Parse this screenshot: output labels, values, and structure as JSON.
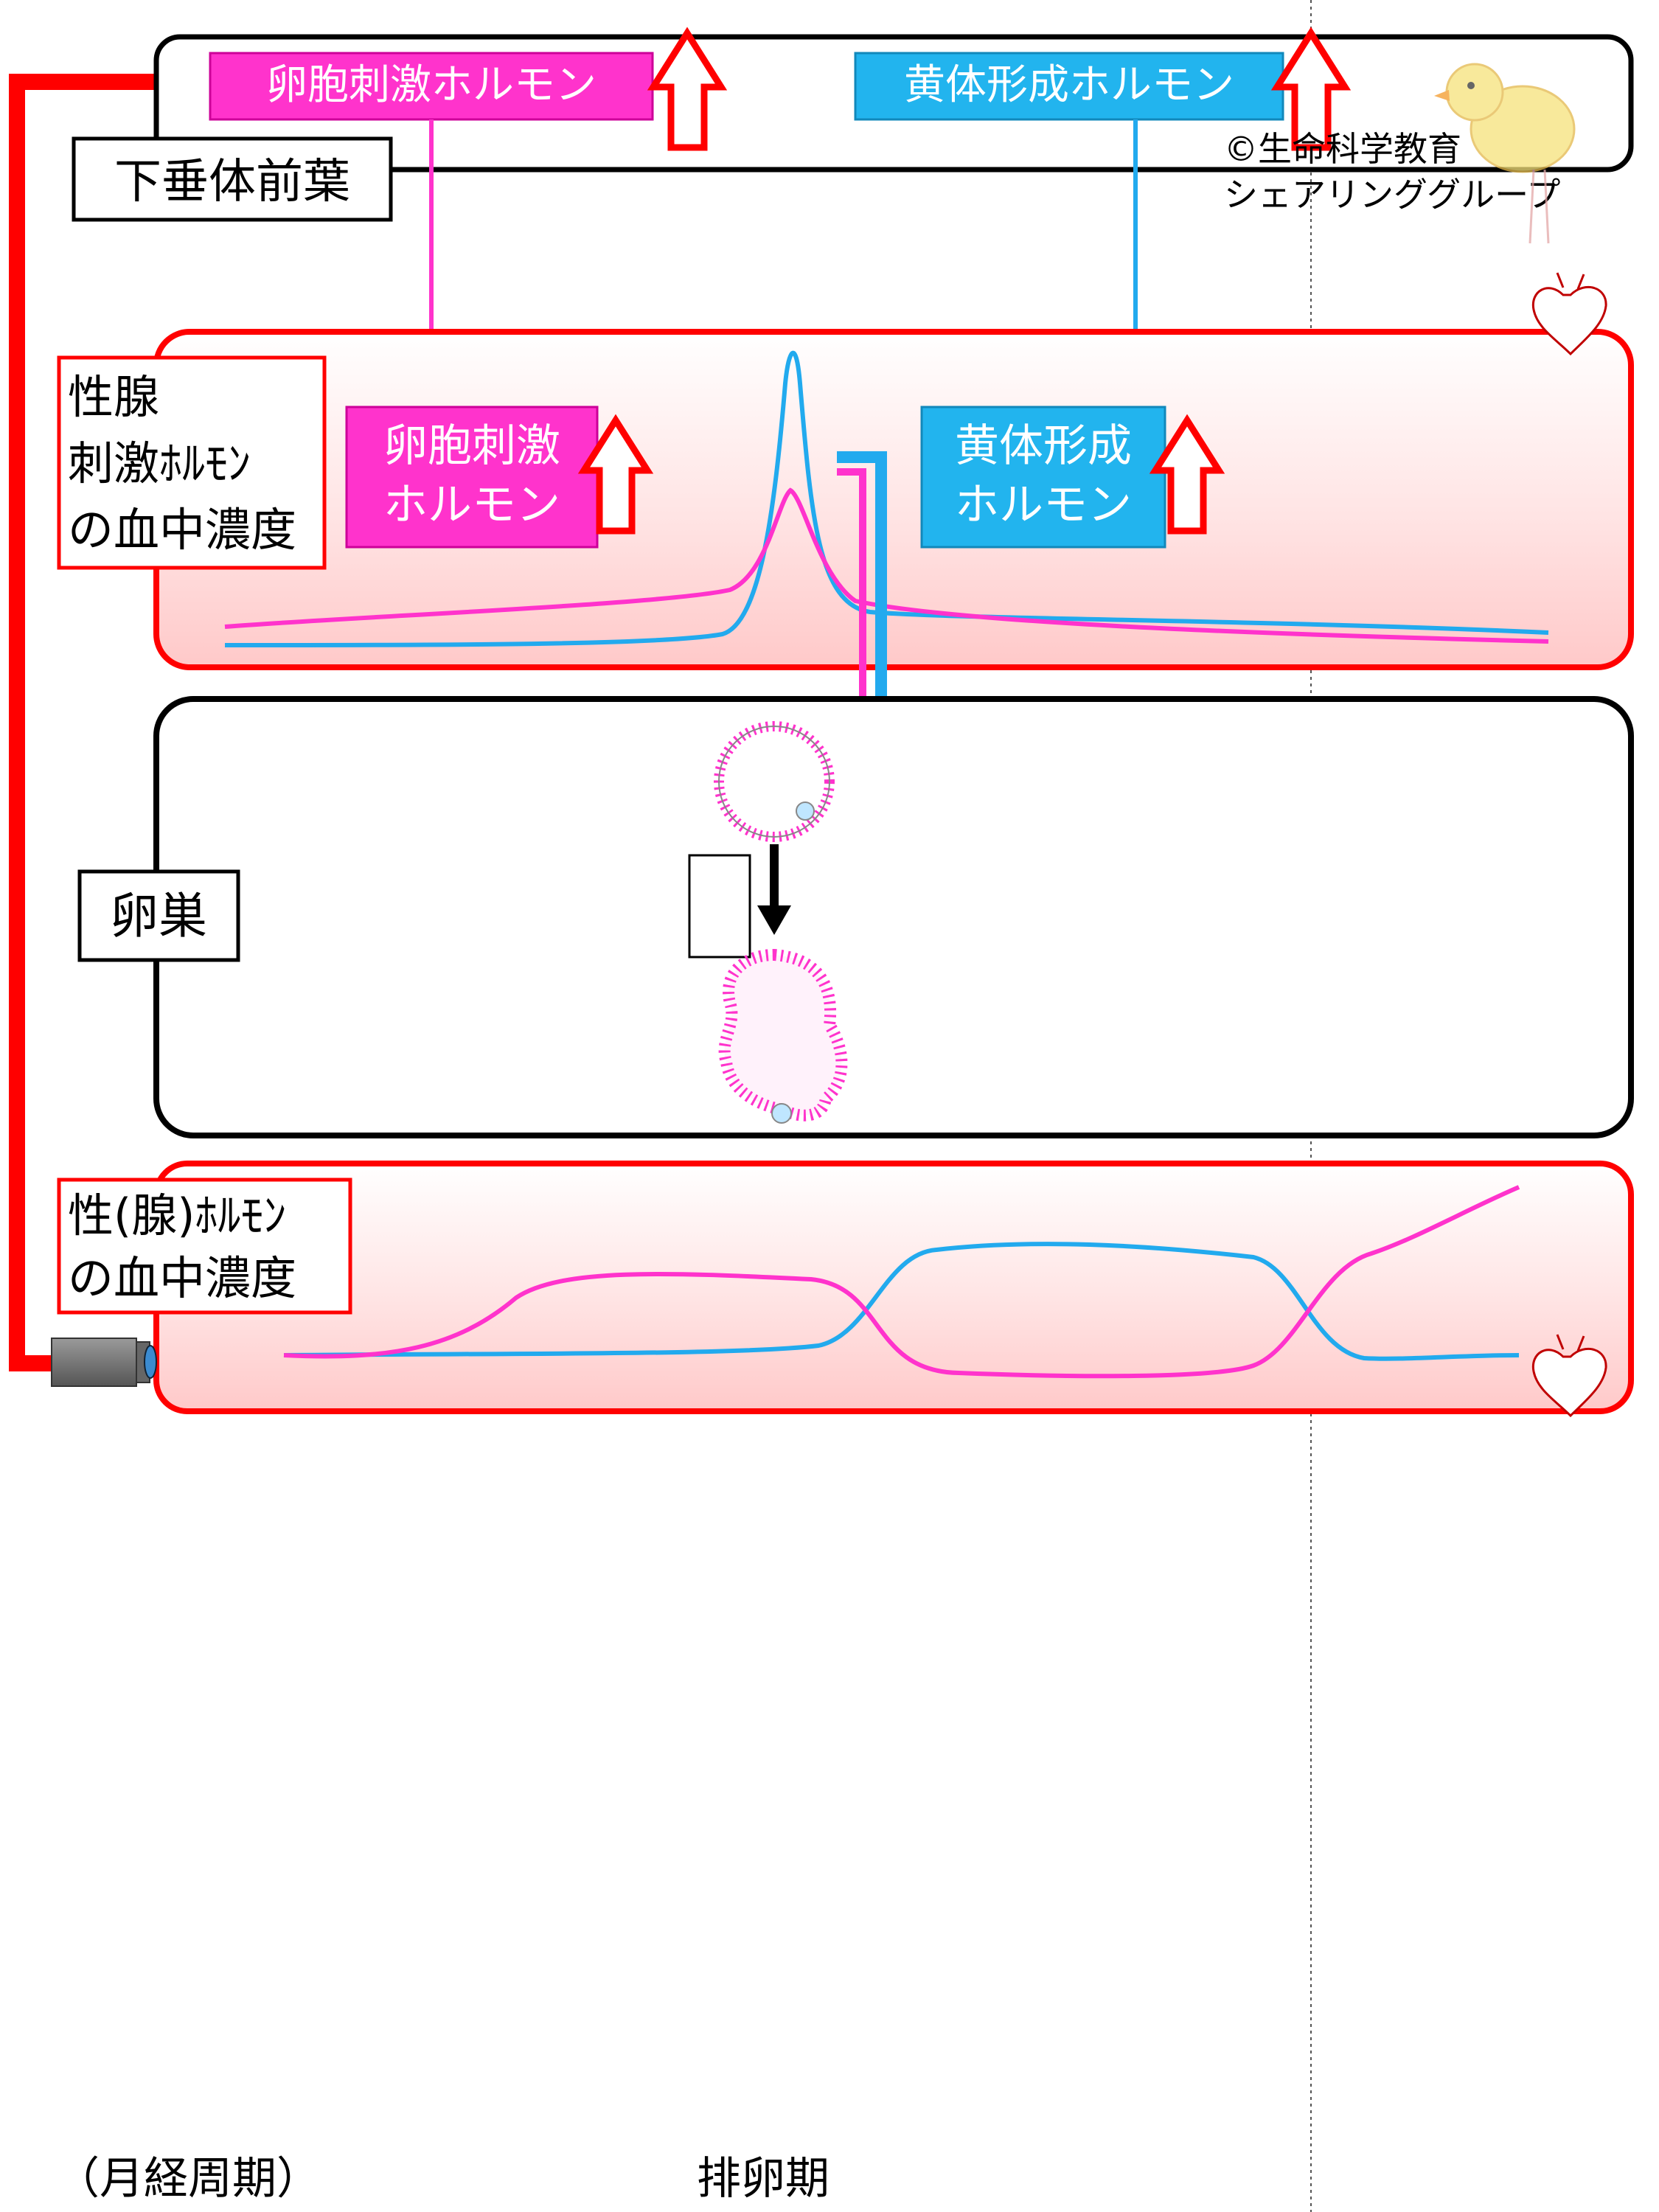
{
  "header": {
    "fsh_label": "卵胞刺激ホルモン",
    "lh_label": "黄体形成ホルモン",
    "anterior_pituitary": "下垂体前葉",
    "copyright_line1": "©生命科学教育",
    "copyright_line2": "シェアリンググループ"
  },
  "gonadotropin_panel": {
    "title_line1": "性腺",
    "title_line2": "刺激ﾎﾙﾓﾝ",
    "title_line3": "の血中濃度",
    "fsh_box_line1": "卵胞刺激",
    "fsh_box_line2": "ホルモン",
    "lh_box_line1": "黄体形成",
    "lh_box_line2": "ホルモン"
  },
  "ovary_panel": {
    "title": "卵巣",
    "plus_sign": "+"
  },
  "sex_hormone_panel": {
    "title_line1": "性(腺)ﾎﾙﾓﾝ",
    "title_line2": "の血中濃度"
  },
  "footer": {
    "cycle_label": "（月経周期）",
    "ovulation_label": "排卵期"
  },
  "colors": {
    "red": "#ff0000",
    "magenta": "#ff33cc",
    "cyan": "#22aaee",
    "fsh_box": "#ff33cc",
    "lh_box": "#22b4ee",
    "panel_fill": "#ffdede"
  },
  "icons": [
    "up-arrow-icon",
    "heart-icon",
    "chick-icon",
    "camera-icon",
    "follicle-icon",
    "corpus-luteum-icon"
  ]
}
